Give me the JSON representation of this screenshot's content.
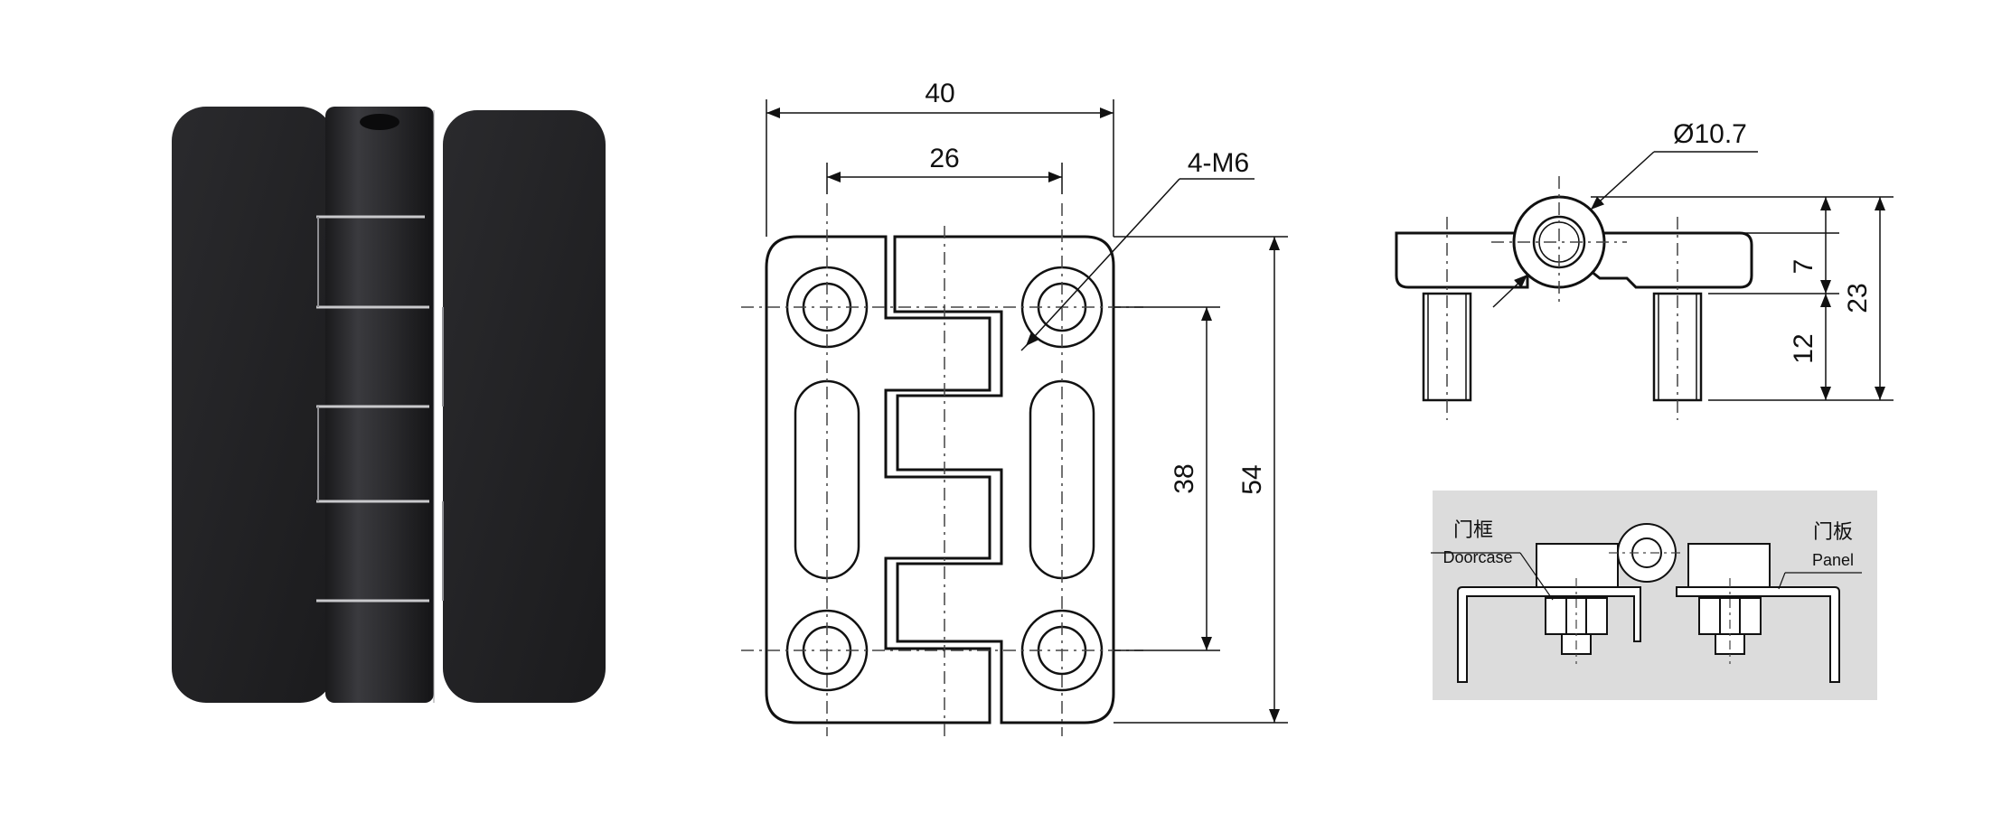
{
  "dimensions": {
    "width_overall": "40",
    "hole_spacing_x": "26",
    "thread": "4-M6",
    "hole_spacing_y": "38",
    "height_overall": "54",
    "pin_diameter": "Ø10.7",
    "side_height_upper": "7",
    "side_stud_length": "12",
    "side_height_overall": "23"
  },
  "install": {
    "doorcase_cn": "门框",
    "doorcase_en": "Doorcase",
    "panel_cn": "门板",
    "panel_en": "Panel"
  }
}
